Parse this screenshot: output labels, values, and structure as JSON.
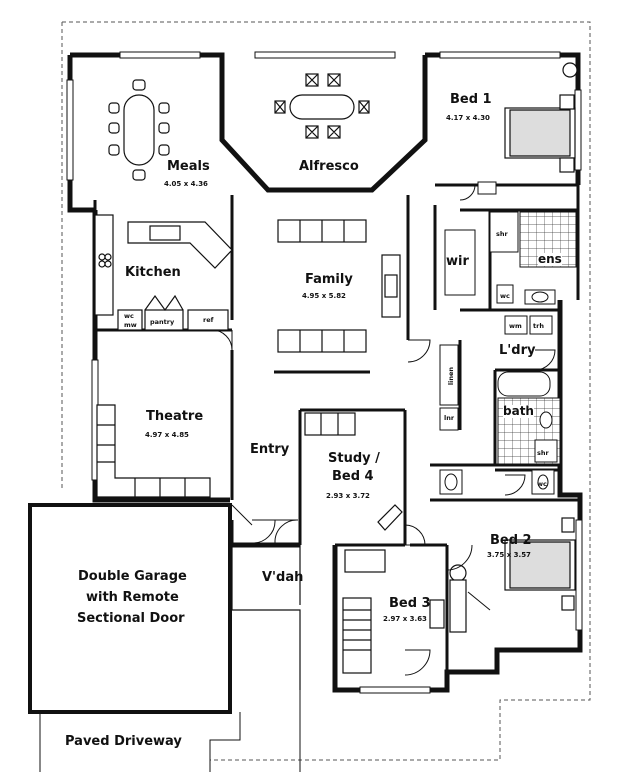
{
  "rooms": {
    "bed1": {
      "name": "Bed 1",
      "dims": "4.17 x 4.30"
    },
    "alfresco": {
      "name": "Alfresco"
    },
    "meals": {
      "name": "Meals",
      "dims": "4.05 x 4.36"
    },
    "kitchen": {
      "name": "Kitchen"
    },
    "family": {
      "name": "Family",
      "dims": "4.95 x 5.82"
    },
    "wir": {
      "name": "wir"
    },
    "ens": {
      "name": "ens"
    },
    "laundry": {
      "name": "L'dry"
    },
    "bath": {
      "name": "bath"
    },
    "theatre": {
      "name": "Theatre",
      "dims": "4.97 x 4.85"
    },
    "entry": {
      "name": "Entry"
    },
    "study_line1": {
      "name": "Study /"
    },
    "study_line2": {
      "name": "Bed 4",
      "dims": "2.93 x 3.72"
    },
    "bed2": {
      "name": "Bed 2",
      "dims": "3.75 x 3.57"
    },
    "bed3": {
      "name": "Bed 3",
      "dims": "2.97 x 3.63"
    },
    "verandah": {
      "name": "V'dah"
    },
    "garage_line1": {
      "name": "Double Garage"
    },
    "garage_line2": {
      "name": "with Remote"
    },
    "garage_line3": {
      "name": "Sectional Door"
    },
    "driveway": {
      "name": "Paved Driveway"
    }
  },
  "fixtures": {
    "wc_mw_top": "wc",
    "wc_mw_bottom": "mw",
    "pantry": "pantry",
    "ref": "ref",
    "shr_ens": "shr",
    "wc_ens": "wc",
    "wm": "wm",
    "tub": "trh",
    "linen": "linen",
    "lnr": "lnr",
    "shr_bath": "shr",
    "wc_bath": "wc"
  },
  "colors": {
    "wall": "#111111",
    "background": "#ffffff"
  }
}
